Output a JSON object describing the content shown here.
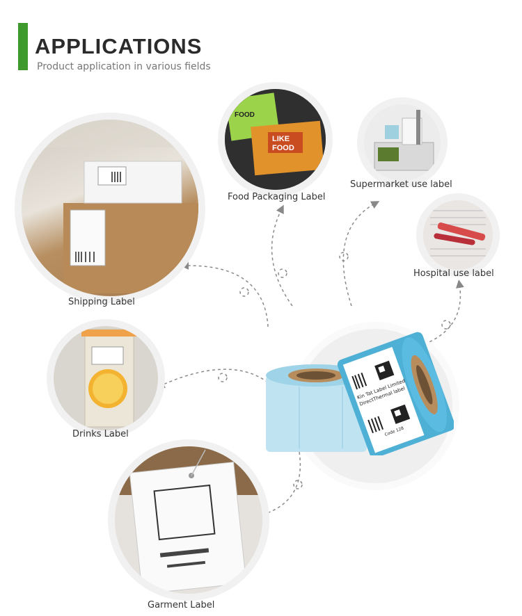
{
  "header": {
    "title": "APPLICATIONS",
    "subtitle": "Product application in various fields",
    "accent_color": "#3f9a2e"
  },
  "applications": [
    {
      "label": "Shipping Label"
    },
    {
      "label": "Food Packaging Label"
    },
    {
      "label": "Supermarket use label"
    },
    {
      "label": "Hospital use label"
    },
    {
      "label": "Drinks Label"
    },
    {
      "label": "Garment Label"
    }
  ],
  "product": {
    "roll_text_1": "Kin Tat Label Limited",
    "roll_text_2": "DirectThermal label",
    "roll_code": "Code 128"
  }
}
